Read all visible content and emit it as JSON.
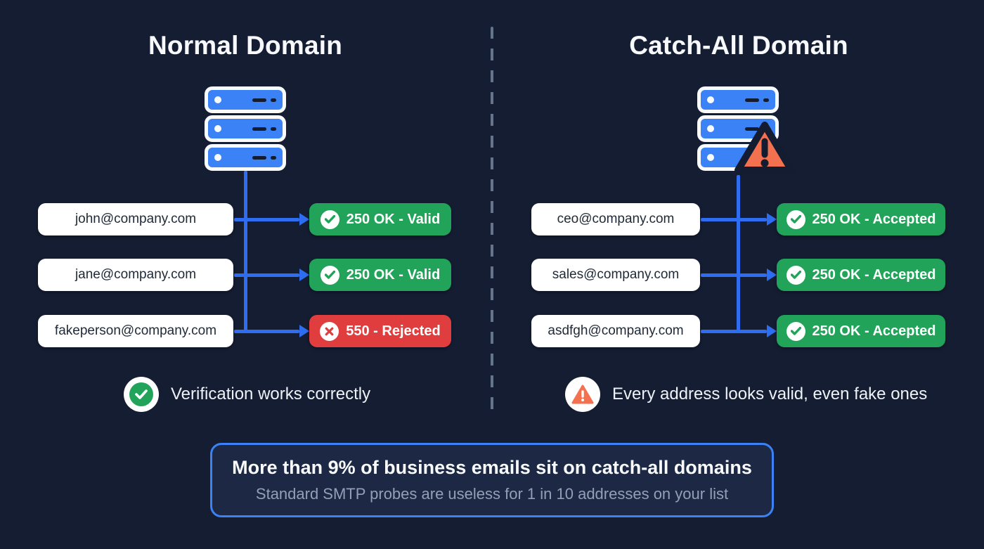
{
  "left": {
    "title": "Normal Domain",
    "rows": [
      {
        "email": "john@company.com",
        "result": "250 OK - Valid",
        "status": "valid"
      },
      {
        "email": "jane@company.com",
        "result": "250 OK - Valid",
        "status": "valid"
      },
      {
        "email": "fakeperson@company.com",
        "result": "550 - Rejected",
        "status": "rejected"
      }
    ],
    "caption": "Verification works correctly"
  },
  "right": {
    "title": "Catch-All Domain",
    "rows": [
      {
        "email": "ceo@company.com",
        "result": "250 OK - Accepted",
        "status": "valid"
      },
      {
        "email": "sales@company.com",
        "result": "250 OK - Accepted",
        "status": "valid"
      },
      {
        "email": "asdfgh@company.com",
        "result": "250 OK - Accepted",
        "status": "valid"
      }
    ],
    "caption": "Every address looks valid, even fake ones"
  },
  "footer": {
    "title": "More than 9% of business emails sit on catch-all domains",
    "subtitle": "Standard SMTP probes are useless for 1 in 10 addresses on your list"
  },
  "icons": {
    "server": "server-stack-icon",
    "warning": "warning-triangle-icon",
    "valid": "check-circle-icon",
    "rejected": "x-circle-icon"
  },
  "colors": {
    "background": "#151d33",
    "accent_blue": "#3b82f6",
    "connector_blue": "#2e6df0",
    "success_green": "#21a45a",
    "error_red": "#e03e3e",
    "warning_coral": "#f4714f",
    "divider_gray": "#64748b"
  }
}
